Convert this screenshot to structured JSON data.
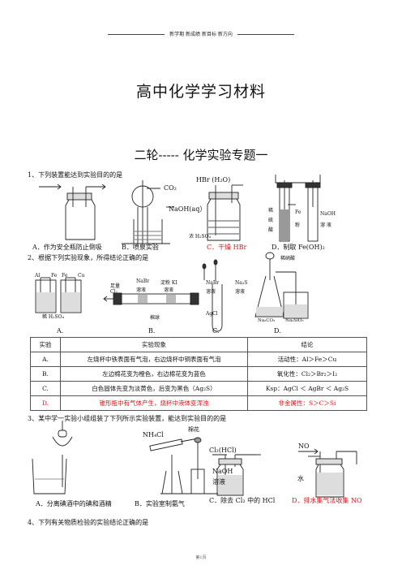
{
  "header": {
    "text": "新学期 新成绩 新目标 新方向"
  },
  "title": "高中化学学习材料",
  "subtitle": "二轮----- 化学实验专题一",
  "q1": {
    "stem": "1、下列装置能达到实验目的的是",
    "labels": {
      "co2": "CO₂",
      "hbr": "HBr (H₂O)",
      "naoh": "NaOH(aq）",
      "h2so4": "浓 H₂SO₄",
      "dilute1": "稀",
      "dilute2": "硫",
      "dilute3": "酸",
      "fe": "Fe",
      "fen": "粉",
      "naoh_sol1": "NaOH",
      "naoh_sol2": "溶 液"
    },
    "options": {
      "a": "A．作为安全瓶防止倒吸",
      "b": "B．喷泉实验",
      "c": "C．干燥 HBr",
      "d": "D．制取 Fe(OH)₂"
    }
  },
  "q2": {
    "stem": "2、根据下列实验现象，所得结论正确的是",
    "labels": {
      "al": "Al",
      "fe": "Fe",
      "cu": "Cu",
      "acid": "稀 H₂SO₄",
      "zuliang": "足量",
      "cl2": "Cl₂",
      "nabr": "NaBr",
      "rongye": "溶液",
      "dianfen": "淀粉 KI",
      "rongye2": "溶液",
      "mianqiu": "棉球",
      "nabr2": "NaBr",
      "rongye3": "溶液",
      "na2s": "Na₂S",
      "rongye4": "溶液",
      "agcl": "AgCl",
      "xilusuan": "稀硝酸",
      "na2co3": "Na₂CO₃",
      "na2sio3": "Na₂SiO₃"
    },
    "option_letters": [
      "A.",
      "B.",
      "C.",
      "D."
    ],
    "table": {
      "header": [
        "实验",
        "实验现象",
        "结论"
      ],
      "rows": [
        [
          "A.",
          "左烧杯中铁表面有气泡，右边烧杯中铜表面有气泡",
          "活动性：Al＞Fe＞Cu"
        ],
        [
          "B.",
          "左边棉花变为橙色，右边棉花变为蓝色",
          "氧化性：Cl₂＞Br₂＞I₂"
        ],
        [
          "C.",
          "白色固体先变为淡黄色，后变为黑色（Ag₂S）",
          "Ksp：AgCl ＜ AgBr ＜ Ag₂S"
        ],
        [
          "D.",
          "锥形瓶中有气体产生，烧杯中液体变浑浊",
          "非金属性：S＞C＞Si"
        ]
      ]
    }
  },
  "q3": {
    "stem": "3、某中学一实验小组组装了下列所示实验装置，能达到实验目的的是",
    "labels": {
      "nh4cl": "NH₄Cl",
      "mianhua": "棉花",
      "cl2hcl": "Cl₂(HCl)",
      "naoh": "NaOH",
      "rongye": "溶液",
      "no": "NO",
      "shui": "水"
    },
    "options": {
      "a": "A．分离碘酒中的碘和酒精",
      "b": "B．实验室制氨气",
      "c": "C．除去 Cl₂ 中的 HCl",
      "d": "D．排水集气法收集 NO"
    }
  },
  "q4": {
    "stem": "4、下列有关物质检验的实验结论正确的是"
  },
  "footer": "第1页"
}
